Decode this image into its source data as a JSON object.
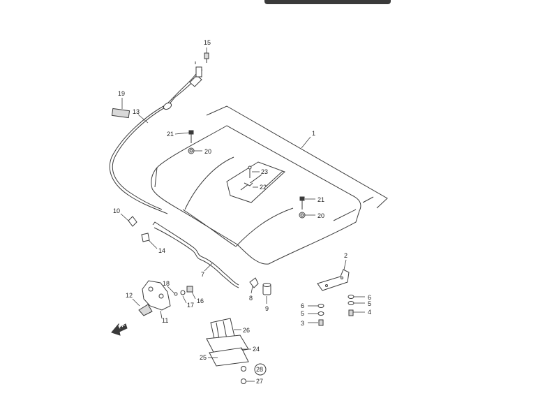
{
  "diagram": {
    "callouts": [
      {
        "id": "c1",
        "label": "1"
      },
      {
        "id": "c2",
        "label": "2"
      },
      {
        "id": "c3",
        "label": "3"
      },
      {
        "id": "c4",
        "label": "4"
      },
      {
        "id": "c5a",
        "label": "5"
      },
      {
        "id": "c5b",
        "label": "5"
      },
      {
        "id": "c6a",
        "label": "6"
      },
      {
        "id": "c6b",
        "label": "6"
      },
      {
        "id": "c7",
        "label": "7"
      },
      {
        "id": "c8",
        "label": "8"
      },
      {
        "id": "c9",
        "label": "9"
      },
      {
        "id": "c10",
        "label": "10"
      },
      {
        "id": "c11",
        "label": "11"
      },
      {
        "id": "c12",
        "label": "12"
      },
      {
        "id": "c13",
        "label": "13"
      },
      {
        "id": "c14",
        "label": "14"
      },
      {
        "id": "c15",
        "label": "15"
      },
      {
        "id": "c16",
        "label": "16"
      },
      {
        "id": "c17",
        "label": "17"
      },
      {
        "id": "c18",
        "label": "18"
      },
      {
        "id": "c19",
        "label": "19"
      },
      {
        "id": "c20a",
        "label": "20"
      },
      {
        "id": "c20b",
        "label": "20"
      },
      {
        "id": "c21a",
        "label": "21"
      },
      {
        "id": "c21b",
        "label": "21"
      },
      {
        "id": "c22",
        "label": "22"
      },
      {
        "id": "c23",
        "label": "23"
      },
      {
        "id": "c24",
        "label": "24"
      },
      {
        "id": "c25",
        "label": "25"
      },
      {
        "id": "c26",
        "label": "26"
      },
      {
        "id": "c27",
        "label": "27"
      },
      {
        "id": "c28",
        "label": "28"
      }
    ],
    "front_arrow_label": "FR"
  }
}
